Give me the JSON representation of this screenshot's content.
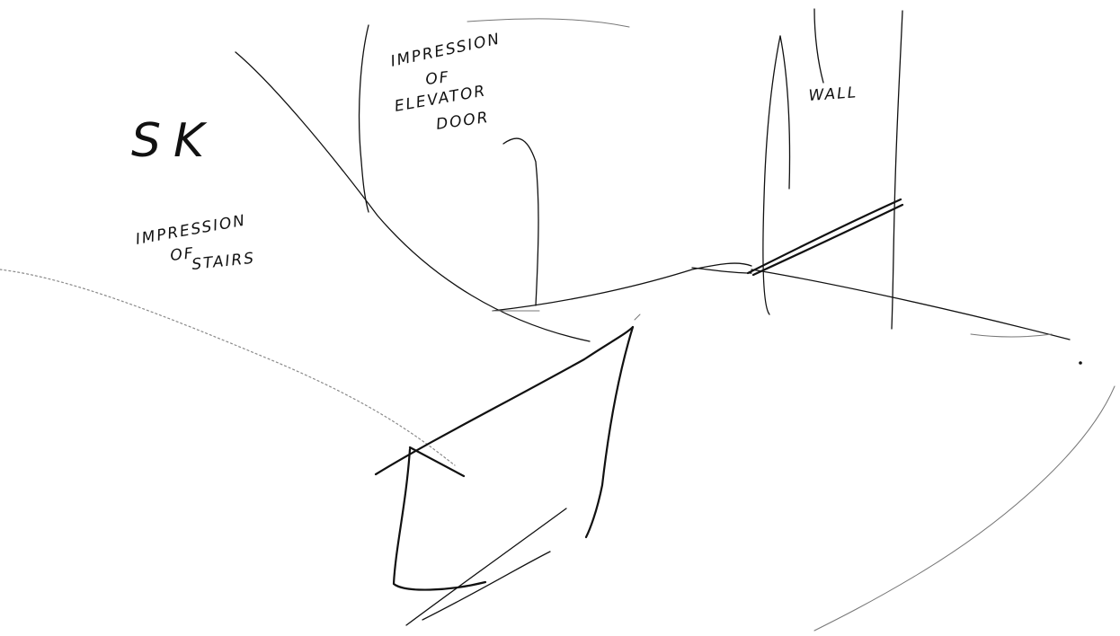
{
  "sketch": {
    "labels": {
      "sk": "SK",
      "stairs_line1": "IMPRESSION",
      "stairs_line2": "OF",
      "stairs_line3": "STAIRS",
      "elevator_line1": "IMPRESSION",
      "elevator_line2": "OF",
      "elevator_line3": "ELEVATOR",
      "elevator_line4": "DOOR",
      "wall": "WALL"
    },
    "ink_color": "#111111"
  }
}
